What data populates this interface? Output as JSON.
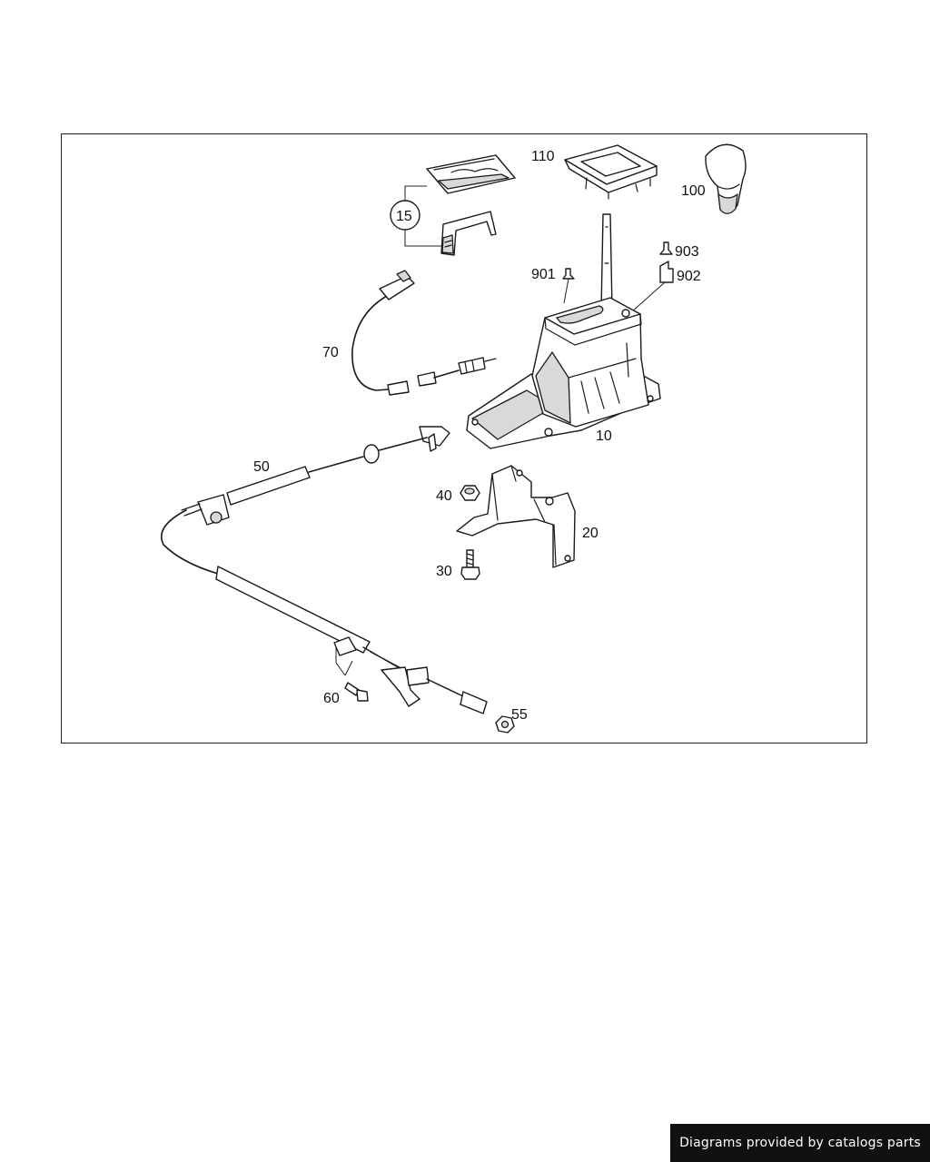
{
  "footer": {
    "credit": "Diagrams provided by catalogs parts"
  },
  "parts": {
    "p10": "10",
    "p15": "15",
    "p20": "20",
    "p30": "30",
    "p40": "40",
    "p50": "50",
    "p55": "55",
    "p60": "60",
    "p70": "70",
    "p100": "100",
    "p110": "110",
    "p901": "901",
    "p902": "902",
    "p903": "903"
  }
}
